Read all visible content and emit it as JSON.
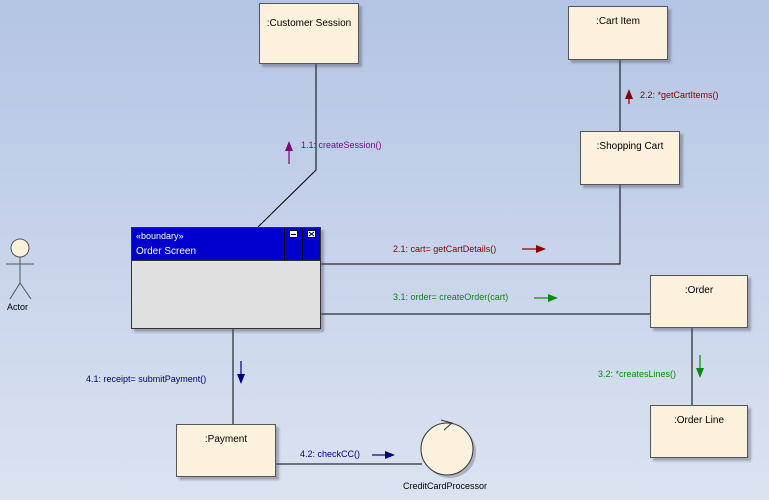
{
  "colors": {
    "background_top": "#b4c4e4",
    "background_bottom": "#dbe3f1",
    "object_fill": "#fbf1dd",
    "boundary_header": "#0000ce",
    "boundary_body": "#e0e0e0",
    "msg_purple": "#7a0a7a",
    "msg_darkred": "#8b0000",
    "msg_green": "#0a8a0a",
    "msg_navy": "#000080",
    "line": "#000000"
  },
  "actor": {
    "label": "Actor"
  },
  "objects": {
    "customer_session": ":Customer Session",
    "cart_item": ":Cart Item",
    "shopping_cart": ":Shopping Cart",
    "order": ":Order",
    "order_line": ":Order Line",
    "payment": ":Payment"
  },
  "boundary": {
    "stereotype": "«boundary»",
    "name": "Order Screen"
  },
  "control": {
    "label": "CreditCardProcessor"
  },
  "messages": {
    "m1_1": "1.1: createSession()",
    "m2_2": "2.2: *getCartItems()",
    "m2_1": "2.1:  cart= getCartDetails()",
    "m3_1": "3.1:  order= createOrder(cart)",
    "m3_2": "3.2: *createsLines()",
    "m4_1": "4.1:  receipt= submitPayment()",
    "m4_2": "4.2: checkCC()"
  }
}
